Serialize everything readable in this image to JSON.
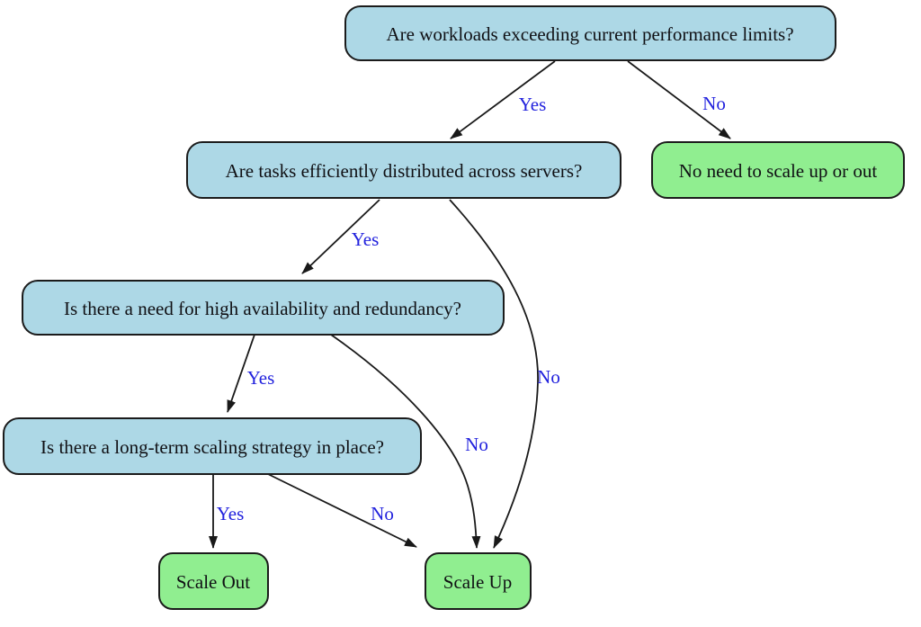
{
  "diagram": {
    "type": "flowchart",
    "direction": "top-down",
    "colors": {
      "decision_fill": "#add8e6",
      "outcome_fill": "#90ee90",
      "node_text": "#101014",
      "edge_label_color": "#2222dd",
      "edge_stroke": "#191919",
      "background": "#ffffff"
    },
    "nodes": [
      {
        "id": "q_limits",
        "kind": "decision",
        "label": "Are workloads exceeding current performance limits?"
      },
      {
        "id": "q_distribution",
        "kind": "decision",
        "label": "Are tasks efficiently distributed across servers?"
      },
      {
        "id": "no_scale",
        "kind": "outcome",
        "label": "No need to scale up or out"
      },
      {
        "id": "q_availability",
        "kind": "decision",
        "label": "Is there a need for high availability and redundancy?"
      },
      {
        "id": "q_strategy",
        "kind": "decision",
        "label": "Is there a long-term scaling strategy in place?"
      },
      {
        "id": "scale_out",
        "kind": "outcome",
        "label": "Scale Out"
      },
      {
        "id": "scale_up",
        "kind": "outcome",
        "label": "Scale Up"
      }
    ],
    "edges": [
      {
        "from": "q_limits",
        "to": "q_distribution",
        "label": "Yes"
      },
      {
        "from": "q_limits",
        "to": "no_scale",
        "label": "No"
      },
      {
        "from": "q_distribution",
        "to": "q_availability",
        "label": "Yes"
      },
      {
        "from": "q_distribution",
        "to": "scale_up",
        "label": "No"
      },
      {
        "from": "q_availability",
        "to": "q_strategy",
        "label": "Yes"
      },
      {
        "from": "q_availability",
        "to": "scale_up",
        "label": "No"
      },
      {
        "from": "q_strategy",
        "to": "scale_out",
        "label": "Yes"
      },
      {
        "from": "q_strategy",
        "to": "scale_up",
        "label": "No"
      }
    ]
  }
}
